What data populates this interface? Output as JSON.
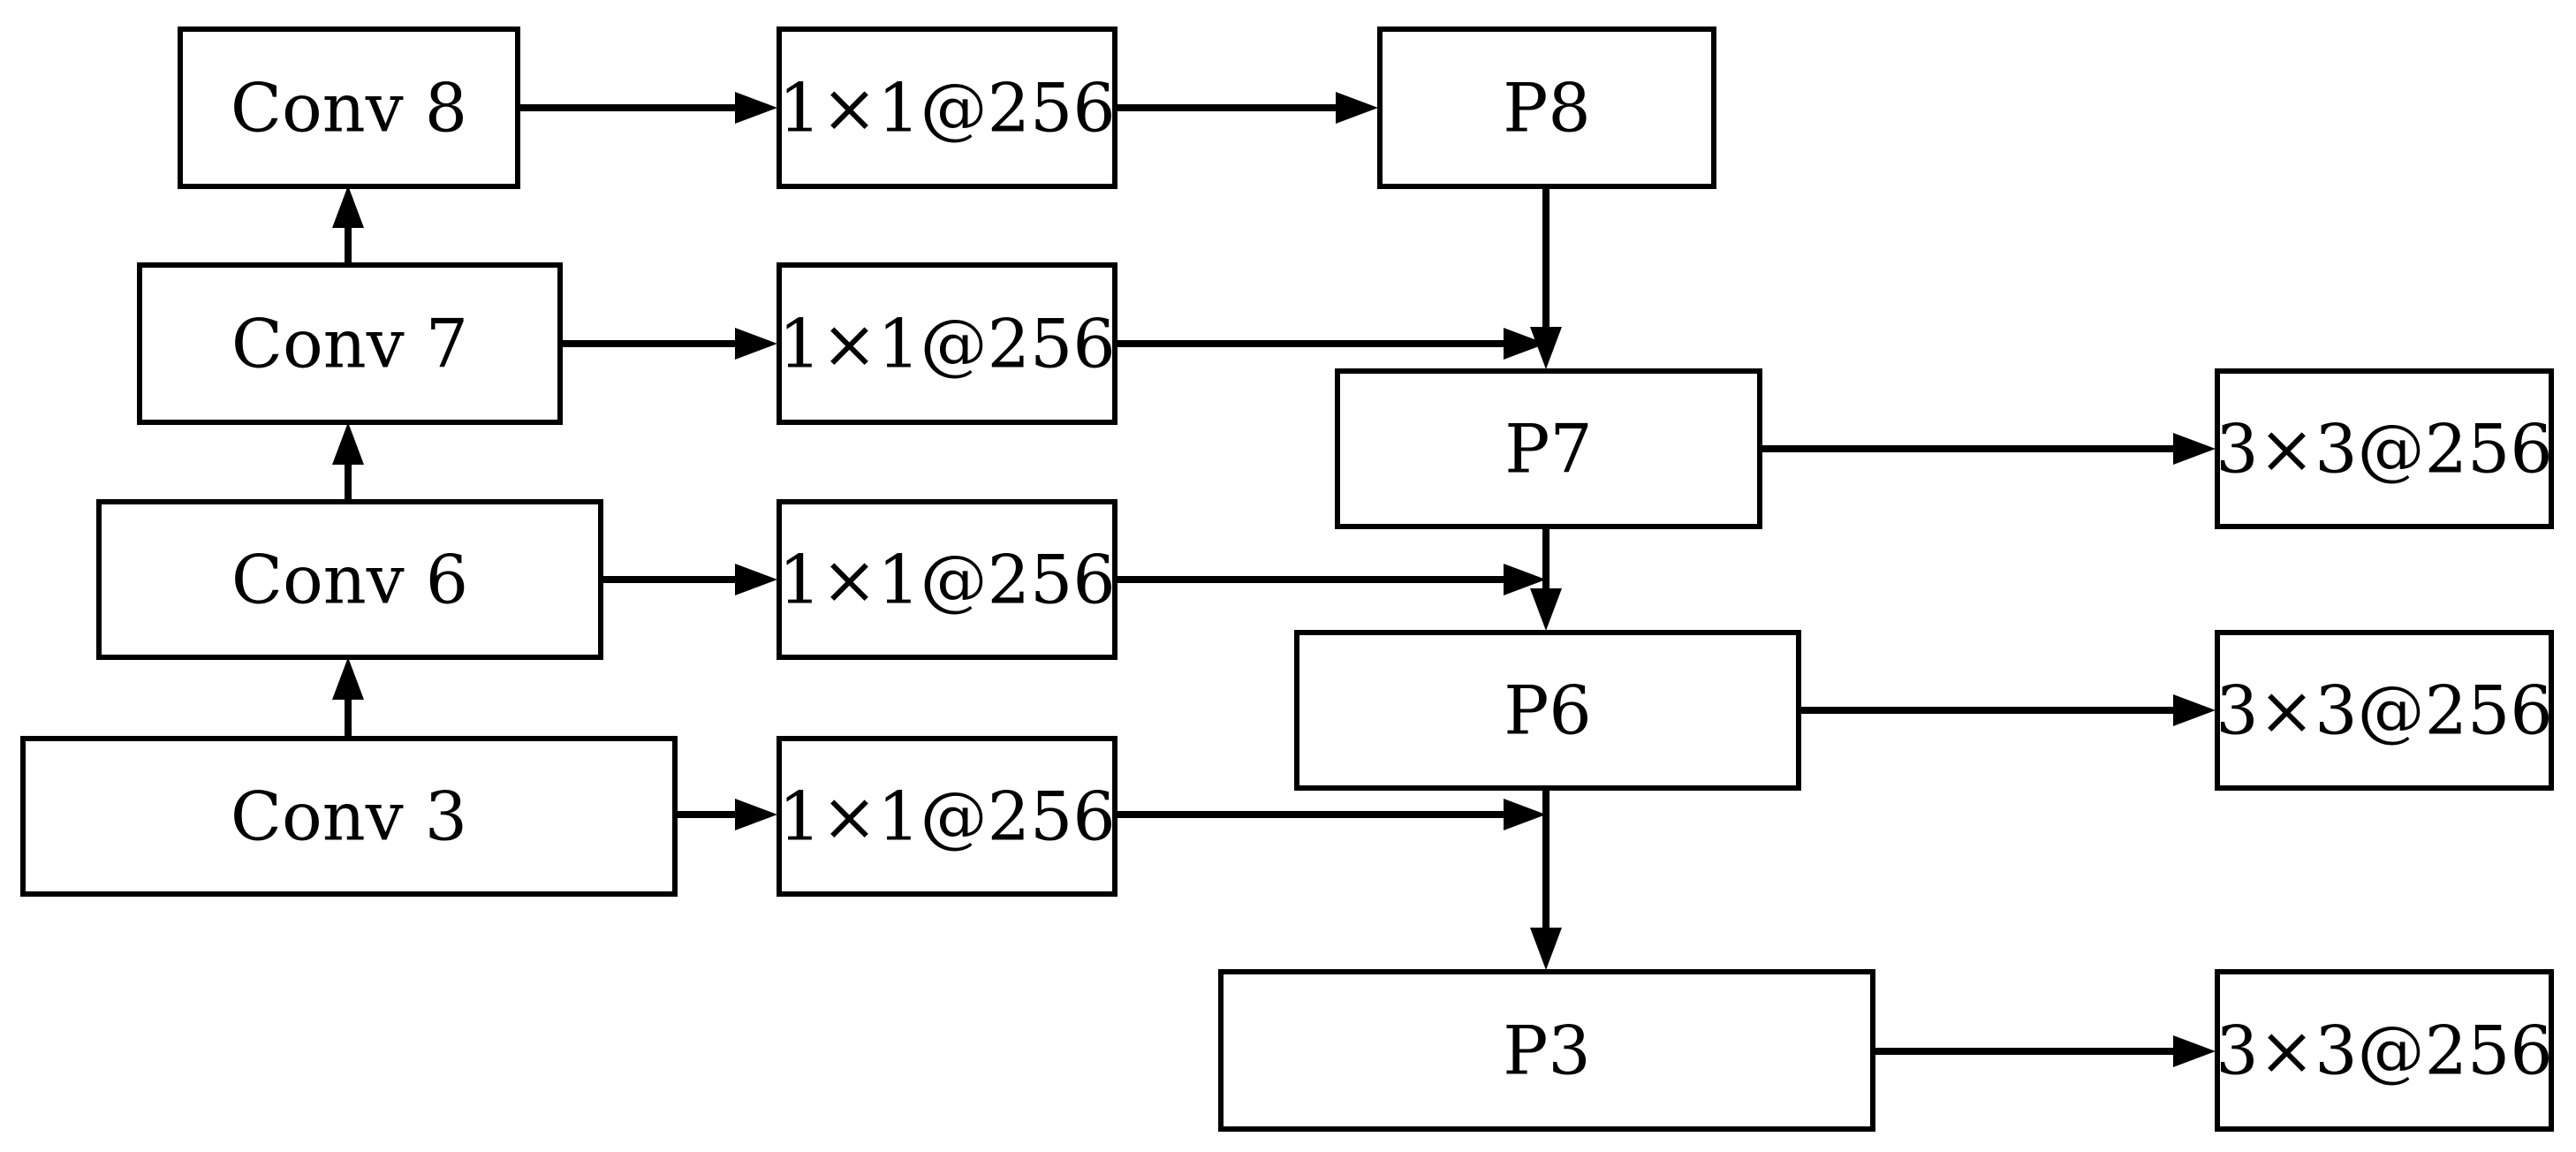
{
  "nodes": {
    "conv8": "Conv 8",
    "conv7": "Conv 7",
    "conv6": "Conv 6",
    "conv3": "Conv 3",
    "lat8": "1×1@256",
    "lat7": "1×1@256",
    "lat6": "1×1@256",
    "lat3": "1×1@256",
    "p8": "P8",
    "p7": "P7",
    "p6": "P6",
    "p3": "P3",
    "out7": "3×3@256",
    "out6": "3×3@256",
    "out3": "3×3@256"
  },
  "edges": [
    {
      "from": "conv3",
      "to": "conv6"
    },
    {
      "from": "conv6",
      "to": "conv7"
    },
    {
      "from": "conv7",
      "to": "conv8"
    },
    {
      "from": "conv8",
      "to": "lat8"
    },
    {
      "from": "conv7",
      "to": "lat7"
    },
    {
      "from": "conv6",
      "to": "lat6"
    },
    {
      "from": "conv3",
      "to": "lat3"
    },
    {
      "from": "lat8",
      "to": "p8"
    },
    {
      "from": "lat7",
      "to": "p7"
    },
    {
      "from": "lat6",
      "to": "p6"
    },
    {
      "from": "lat3",
      "to": "p3"
    },
    {
      "from": "p8",
      "to": "p7"
    },
    {
      "from": "p7",
      "to": "p6"
    },
    {
      "from": "p6",
      "to": "p3"
    },
    {
      "from": "p7",
      "to": "out7"
    },
    {
      "from": "p6",
      "to": "out6"
    },
    {
      "from": "p3",
      "to": "out3"
    }
  ],
  "colors": {
    "stroke": "#000000",
    "fill": "#ffffff",
    "text": "#000000"
  }
}
